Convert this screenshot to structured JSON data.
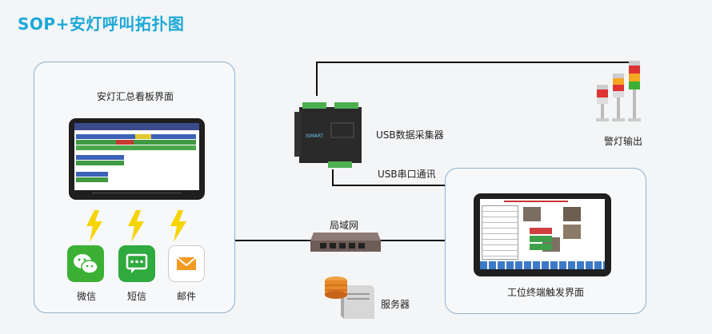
{
  "title": "SOP+安灯呼叫拓扑图",
  "dashboard": {
    "label": "安灯汇总看板界面"
  },
  "notifications": [
    {
      "label": "微信",
      "icon": "wechat-icon"
    },
    {
      "label": "短信",
      "icon": "sms-icon"
    },
    {
      "label": "邮件",
      "icon": "mail-icon"
    }
  ],
  "collector": {
    "label": "USB数据采集器"
  },
  "alarm": {
    "label": "警灯输出"
  },
  "serial": {
    "label": "USB串口通讯"
  },
  "network": {
    "label": "局域网"
  },
  "server": {
    "label": "服务器"
  },
  "terminal": {
    "label": "工位终端触发界面"
  },
  "colors": {
    "title": "#1ba8d8",
    "panel_border": "#8fb1cf",
    "bolt": "#f5d400",
    "wechat": "#3cb035",
    "sms": "#2faa3e",
    "mail_bg": "#ffffff",
    "mail_env": "#f39a22"
  }
}
